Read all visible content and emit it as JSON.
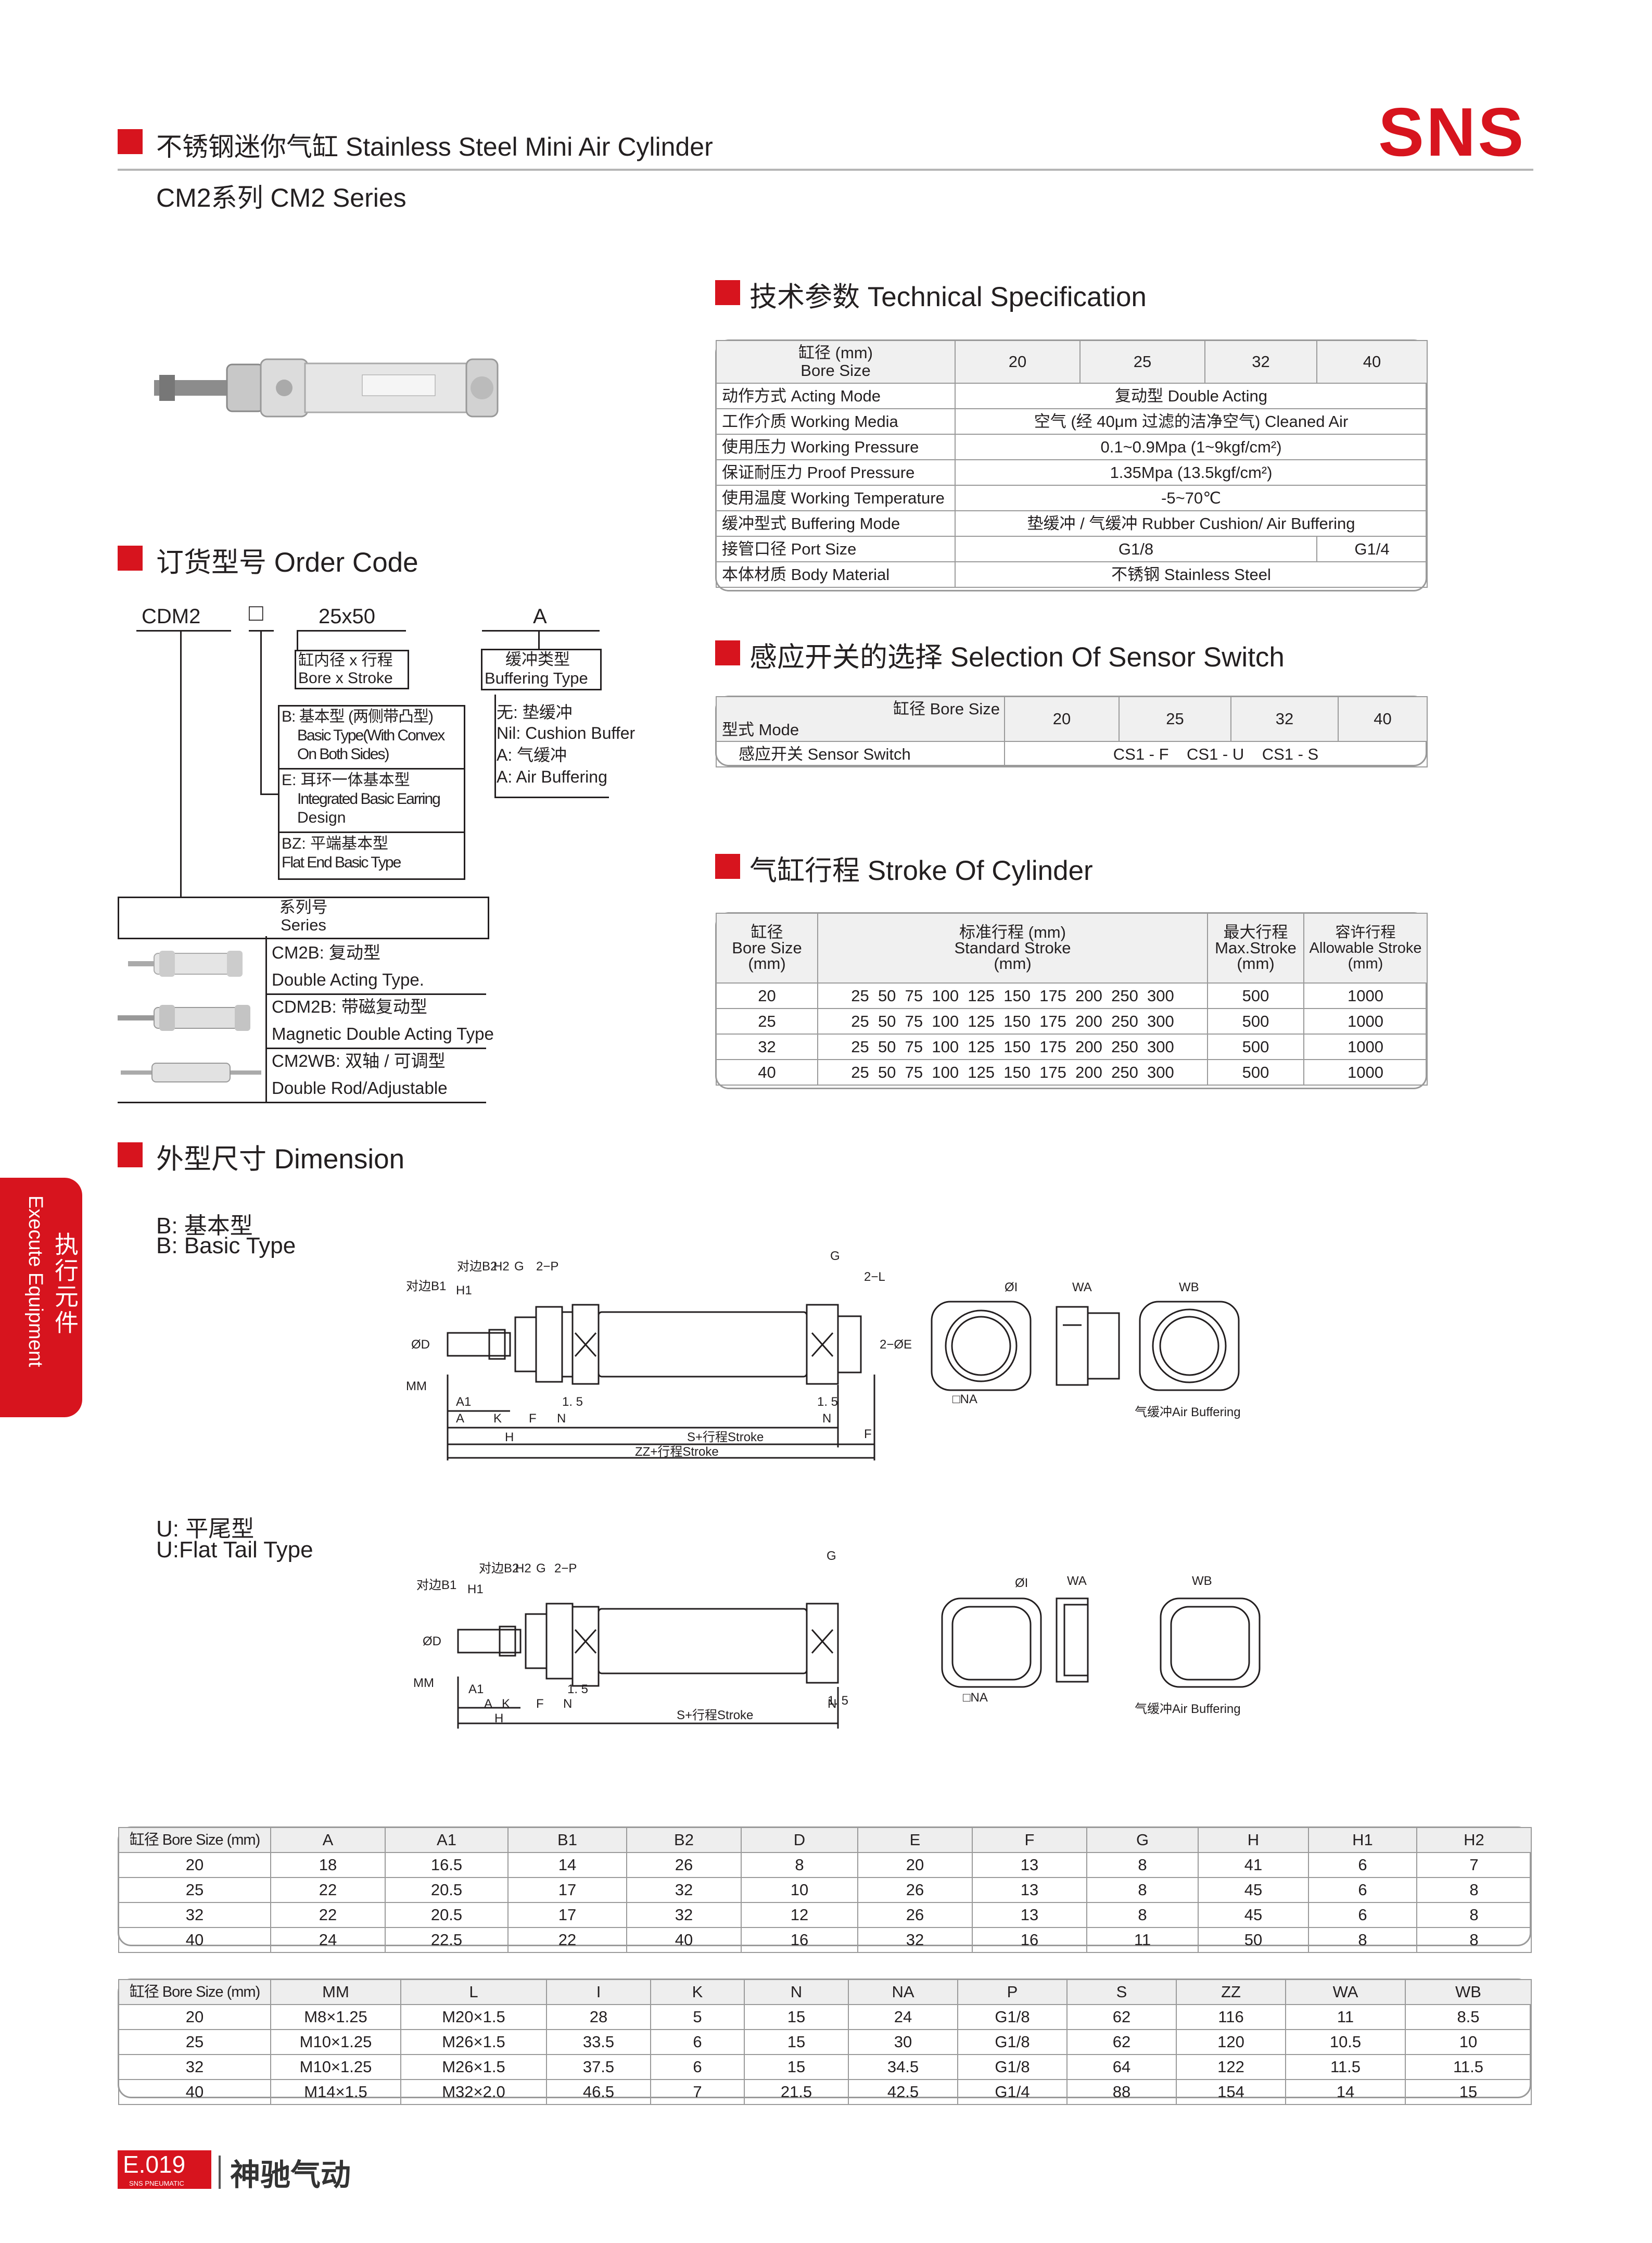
{
  "header": {
    "title": "不锈钢迷你气缸 Stainless Steel Mini Air Cylinder",
    "series": "CM2系列 CM2 Series",
    "brand": "SNS"
  },
  "colors": {
    "accent": "#d7141e",
    "border": "#9a9a9a",
    "header_bg": "#f0f0f0"
  },
  "sections": {
    "tech_spec": "技术参数 Technical Specification",
    "order_code": "订货型号 Order Code",
    "sensor": "感应开关的选择 Selection Of Sensor Switch",
    "stroke": "气缸行程 Stroke Of Cylinder",
    "dimension": "外型尺寸 Dimension"
  },
  "tech_spec": {
    "bore_label_cn": "缸径 (mm)",
    "bore_label_en": "Bore Size",
    "bores": [
      "20",
      "25",
      "32",
      "40"
    ],
    "rows": [
      {
        "label": "动作方式 Acting Mode",
        "value": "复动型 Double Acting"
      },
      {
        "label": "工作介质 Working Media",
        "value": "空气 (经 40μm 过滤的洁净空气) Cleaned Air"
      },
      {
        "label": "使用压力 Working Pressure",
        "value": "0.1~0.9Mpa (1~9kgf/cm²)"
      },
      {
        "label": "保证耐压力 Proof Pressure",
        "value": "1.35Mpa (13.5kgf/cm²)"
      },
      {
        "label": "使用温度 Working Temperature",
        "value": "-5~70℃"
      },
      {
        "label": "缓冲型式 Buffering Mode",
        "value": "垫缓冲 / 气缓冲 Rubber Cushion/ Air Buffering"
      }
    ],
    "port": {
      "label": "接管口径 Port Size",
      "value_a": "G1/8",
      "value_b": "G1/4"
    },
    "material": {
      "label": "本体材质 Body Material",
      "value": "不锈钢 Stainless Steel"
    }
  },
  "sensor_table": {
    "bore_label": "缸径 Bore Size",
    "mode_label": "型式 Mode",
    "bores": [
      "20",
      "25",
      "32",
      "40"
    ],
    "row_label": "感应开关 Sensor Switch",
    "value": "CS1 - F    CS1 - U    CS1 - S"
  },
  "stroke_table": {
    "h_bore": [
      "缸径",
      "Bore Size",
      "(mm)"
    ],
    "h_std": [
      "标准行程 (mm)",
      "Standard Stroke",
      "(mm)"
    ],
    "h_max": [
      "最大行程",
      "Max.Stroke",
      "(mm)"
    ],
    "h_allow": [
      "容许行程",
      "Allowable Stroke",
      "(mm)"
    ],
    "rows": [
      {
        "bore": "20",
        "std": "25  50  75  100  125  150  175  200  250  300",
        "max": "500",
        "allow": "1000"
      },
      {
        "bore": "25",
        "std": "25  50  75  100  125  150  175  200  250  300",
        "max": "500",
        "allow": "1000"
      },
      {
        "bore": "32",
        "std": "25  50  75  100  125  150  175  200  250  300",
        "max": "500",
        "allow": "1000"
      },
      {
        "bore": "40",
        "std": "25  50  75  100  125  150  175  200  250  300",
        "max": "500",
        "allow": "1000"
      }
    ]
  },
  "order_code": {
    "code_prefix": "CDM2",
    "code_box": "□",
    "code_size": "25x50",
    "code_buffer": "A",
    "bore_stroke_cn": "缸内径 x 行程",
    "bore_stroke_en": "Bore x Stroke",
    "buffer_type_cn": "缓冲类型",
    "buffer_type_en": "Buffering Type",
    "buffer_options": [
      "无: 垫缓冲",
      "Nil: Cushion Buffer",
      "A: 气缓冲",
      "A: Air Buffering"
    ],
    "type_options": [
      [
        "B: 基本型 (两侧带凸型)",
        "Basic Type(With Convex",
        "On Both Sides)"
      ],
      [
        "E: 耳环一体基本型",
        "Integrated Basic Earring",
        "Design"
      ],
      [
        "BZ: 平端基本型",
        "Flat End Basic Type"
      ]
    ],
    "series_cn": "系列号",
    "series_en": "Series",
    "series_options": [
      {
        "cn": "CM2B: 复动型",
        "en": "Double Acting Type."
      },
      {
        "cn": "CDM2B: 带磁复动型",
        "en": "Magnetic Double Acting Type"
      },
      {
        "cn": "CM2WB: 双轴 / 可调型",
        "en": "Double Rod/Adjustable"
      }
    ]
  },
  "dimension": {
    "basic_cn": "B: 基本型",
    "basic_en": "B: Basic Type",
    "flat_cn": "U: 平尾型",
    "flat_en": "U:Flat Tail Type",
    "drawing_labels": {
      "b1": "对边B1",
      "b2": "对边B2",
      "h1": "H1",
      "h2": "H2",
      "g": "G",
      "p": "2−P",
      "l": "2−L",
      "d": "ØD",
      "mm": "MM",
      "a1": "A1",
      "a": "A",
      "k": "K",
      "f": "F",
      "n": "N",
      "h": "H",
      "v15": "1. 5",
      "s": "S+行程Stroke",
      "zz": "ZZ+行程Stroke",
      "e": "2−ØE",
      "na": "□NA",
      "i": "ØI",
      "wa": "WA",
      "wb": "WB",
      "air": "气缓冲Air Buffering"
    },
    "table1": {
      "headers": [
        "缸径 Bore Size (mm)",
        "A",
        "A1",
        "B1",
        "B2",
        "D",
        "E",
        "F",
        "G",
        "H",
        "H1",
        "H2"
      ],
      "rows": [
        [
          "20",
          "18",
          "16.5",
          "14",
          "26",
          "8",
          "20",
          "13",
          "8",
          "41",
          "6",
          "7"
        ],
        [
          "25",
          "22",
          "20.5",
          "17",
          "32",
          "10",
          "26",
          "13",
          "8",
          "45",
          "6",
          "8"
        ],
        [
          "32",
          "22",
          "20.5",
          "17",
          "32",
          "12",
          "26",
          "13",
          "8",
          "45",
          "6",
          "8"
        ],
        [
          "40",
          "24",
          "22.5",
          "22",
          "40",
          "16",
          "32",
          "16",
          "11",
          "50",
          "8",
          "8"
        ]
      ]
    },
    "table2": {
      "headers": [
        "缸径 Bore Size (mm)",
        "MM",
        "L",
        "I",
        "K",
        "N",
        "NA",
        "P",
        "S",
        "ZZ",
        "WA",
        "WB"
      ],
      "rows": [
        [
          "20",
          "M8×1.25",
          "M20×1.5",
          "28",
          "5",
          "15",
          "24",
          "G1/8",
          "62",
          "116",
          "11",
          "8.5"
        ],
        [
          "25",
          "M10×1.25",
          "M26×1.5",
          "33.5",
          "6",
          "15",
          "30",
          "G1/8",
          "62",
          "120",
          "10.5",
          "10"
        ],
        [
          "32",
          "M10×1.25",
          "M26×1.5",
          "37.5",
          "6",
          "15",
          "34.5",
          "G1/8",
          "64",
          "122",
          "11.5",
          "11.5"
        ],
        [
          "40",
          "M14×1.5",
          "M32×2.0",
          "46.5",
          "7",
          "21.5",
          "42.5",
          "G1/4",
          "88",
          "154",
          "14",
          "15"
        ]
      ]
    }
  },
  "side_tab": {
    "cn": "执行元件",
    "en": "Execute Equipment"
  },
  "footer": {
    "page": "E.019",
    "sub": "SNS PNEUMATIC",
    "brand_cn": "神驰气动"
  }
}
